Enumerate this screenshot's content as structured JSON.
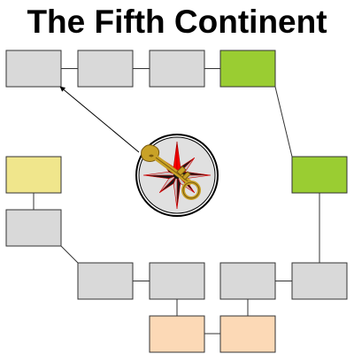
{
  "title": "The Fifth Continent",
  "colors": {
    "stroke": "#333333",
    "space_default": "#d9d9d9",
    "space_green": "#9acd32",
    "space_yellow": "#f0e68c",
    "space_peach": "#fcd9b6",
    "compass_red": "#ff0000",
    "compass_dark": "#1a1a1a",
    "compass_gray": "#c9c9c9",
    "compass_face": "#e0e0e0",
    "key_gold": "#c9a227"
  },
  "board": {
    "spaces": [
      {
        "id": "top-1",
        "fill": "space_default"
      },
      {
        "id": "top-2",
        "fill": "space_default"
      },
      {
        "id": "top-3",
        "fill": "space_default"
      },
      {
        "id": "top-4",
        "fill": "space_green"
      },
      {
        "id": "right-1",
        "fill": "space_green"
      },
      {
        "id": "bottom-right-1",
        "fill": "space_default"
      },
      {
        "id": "bottom-right-2",
        "fill": "space_default"
      },
      {
        "id": "bottom-mid-1",
        "fill": "space_default"
      },
      {
        "id": "bottom-mid-2",
        "fill": "space_default"
      },
      {
        "id": "peach-1",
        "fill": "space_peach"
      },
      {
        "id": "peach-2",
        "fill": "space_peach"
      },
      {
        "id": "left-lower",
        "fill": "space_default"
      },
      {
        "id": "left-upper",
        "fill": "space_yellow"
      }
    ],
    "connections": [
      [
        "top-1",
        "top-2"
      ],
      [
        "top-2",
        "top-3"
      ],
      [
        "top-3",
        "top-4"
      ],
      [
        "top-4",
        "right-1"
      ],
      [
        "right-1",
        "bottom-right-1"
      ],
      [
        "bottom-right-1",
        "bottom-right-2"
      ],
      [
        "bottom-right-2",
        "peach-2"
      ],
      [
        "peach-2",
        "peach-1"
      ],
      [
        "peach-1",
        "bottom-mid-1"
      ],
      [
        "bottom-mid-1",
        "bottom-mid-2"
      ],
      [
        "bottom-mid-2",
        "left-lower"
      ],
      [
        "left-lower",
        "left-upper"
      ]
    ],
    "start_space": "top-1",
    "center_icon": "compass-key-icon"
  }
}
